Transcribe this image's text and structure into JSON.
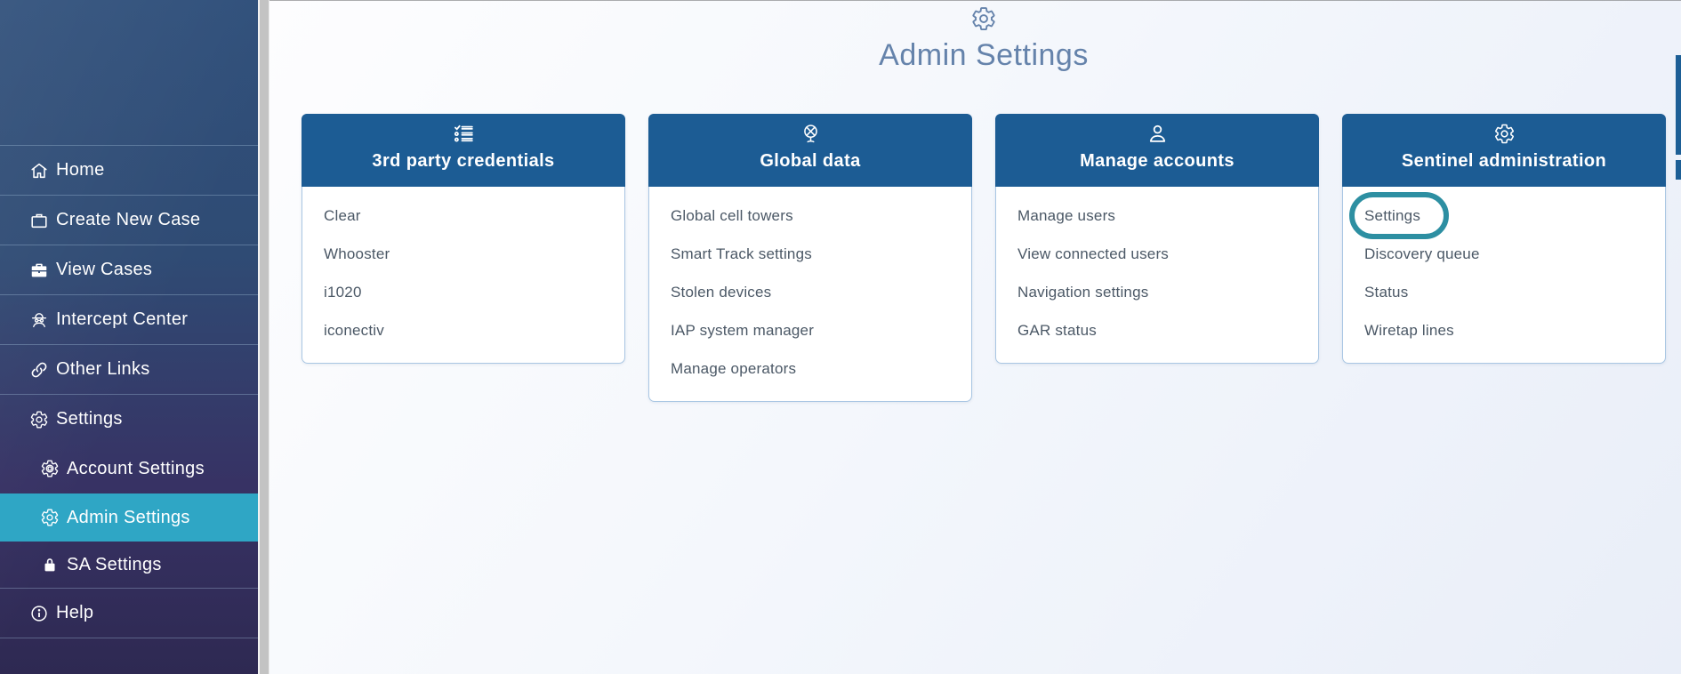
{
  "sidebar": {
    "items": [
      {
        "label": "Home",
        "icon": "home-icon",
        "sub": false,
        "active": false
      },
      {
        "label": "Create New Case",
        "icon": "new-case-icon",
        "sub": false,
        "active": false
      },
      {
        "label": "View Cases",
        "icon": "briefcase-icon",
        "sub": false,
        "active": false
      },
      {
        "label": "Intercept Center",
        "icon": "spy-icon",
        "sub": false,
        "active": false
      },
      {
        "label": "Other Links",
        "icon": "link-icon",
        "sub": false,
        "active": false
      },
      {
        "label": "Settings",
        "icon": "gear-icon",
        "sub": false,
        "active": false
      },
      {
        "label": "Account Settings",
        "icon": "gear-icon",
        "sub": true,
        "active": false
      },
      {
        "label": "Admin Settings",
        "icon": "gear-icon",
        "sub": true,
        "active": true
      },
      {
        "label": "SA Settings",
        "icon": "lock-icon",
        "sub": true,
        "active": false
      },
      {
        "label": "Help",
        "icon": "info-icon",
        "sub": false,
        "active": false
      }
    ]
  },
  "header": {
    "title": "Admin Settings",
    "icon": "gear-icon"
  },
  "cards": [
    {
      "title": "3rd party credentials",
      "icon": "checklist-icon",
      "links": [
        "Clear",
        "Whooster",
        "i1020",
        "iconectiv"
      ]
    },
    {
      "title": "Global data",
      "icon": "globe-icon",
      "links": [
        "Global cell towers",
        "Smart Track settings",
        "Stolen devices",
        "IAP system manager",
        "Manage operators"
      ]
    },
    {
      "title": "Manage accounts",
      "icon": "user-icon",
      "links": [
        "Manage users",
        "View connected users",
        "Navigation settings",
        "GAR status"
      ]
    },
    {
      "title": "Sentinel administration",
      "icon": "gear-icon",
      "links": [
        "Settings",
        "Discovery queue",
        "Status",
        "Wiretap lines"
      ],
      "highlighted_link": "Settings"
    }
  ],
  "colors": {
    "sidebar_top": "#30507b",
    "sidebar_bottom": "#2e2952",
    "sidebar_active": "#2fa6c5",
    "card_header": "#1c5c94",
    "title_text": "#6583ab",
    "link_text": "#4b5866",
    "highlight_ring": "#2d8fa2",
    "scrollbar_thumb": "#1d5f96"
  }
}
